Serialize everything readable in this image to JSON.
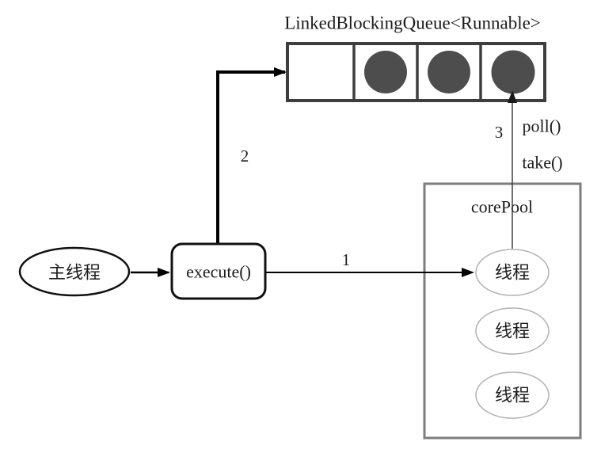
{
  "diagram": {
    "title": "LinkedBlockingQueue<Runnable>",
    "queue": {
      "cells": 4,
      "filled": [
        false,
        true,
        true,
        true
      ]
    },
    "main_thread": {
      "label": "主线程"
    },
    "execute": {
      "label": "execute()"
    },
    "core_pool": {
      "label": "corePool",
      "threads": [
        "线程",
        "线程",
        "线程"
      ]
    },
    "steps": {
      "one": "1",
      "two": "2",
      "three": "3"
    },
    "ops": {
      "poll": "poll()",
      "take": "take()"
    },
    "colors": {
      "task_fill": "#4d4d4d",
      "queue_border": "#3e3e3e",
      "pool_border": "#7d7d7d",
      "thread_border": "#b2b2b2",
      "arrow": "#000000"
    }
  }
}
